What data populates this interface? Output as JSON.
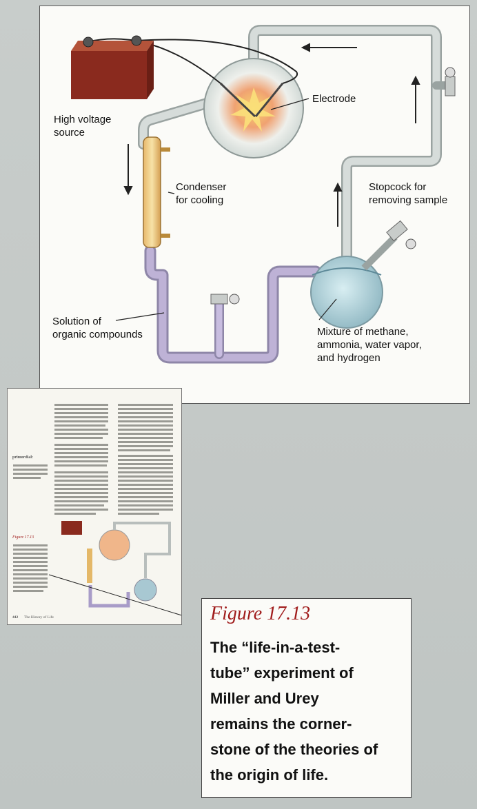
{
  "figure": {
    "labels": {
      "high_voltage": "High voltage\nsource",
      "electrode": "Electrode",
      "condenser": "Condenser\nfor cooling",
      "stopcock": "Stopcock for\nremoving sample",
      "solution": "Solution of\norganic compounds",
      "mixture": "Mixture of methane,\nammonia, water vapor,\nand hydrogen"
    }
  },
  "thumbnail": {
    "page_number": "442",
    "running_head": "The History of Life",
    "margin_term": "primordial:",
    "figure_ref": "Figure 17.13"
  },
  "caption": {
    "title": "Figure 17.13",
    "lines": [
      "The “life-in-a-test-",
      "tube” experiment of",
      "Miller and Urey",
      "remains the corner-",
      "stone of the theories of",
      "the origin of life."
    ]
  },
  "colors": {
    "tube": "#c5cbc9",
    "liquid": "#b9a9d2",
    "generator": "#8a2a1e",
    "caption_title": "#a01c1c"
  }
}
